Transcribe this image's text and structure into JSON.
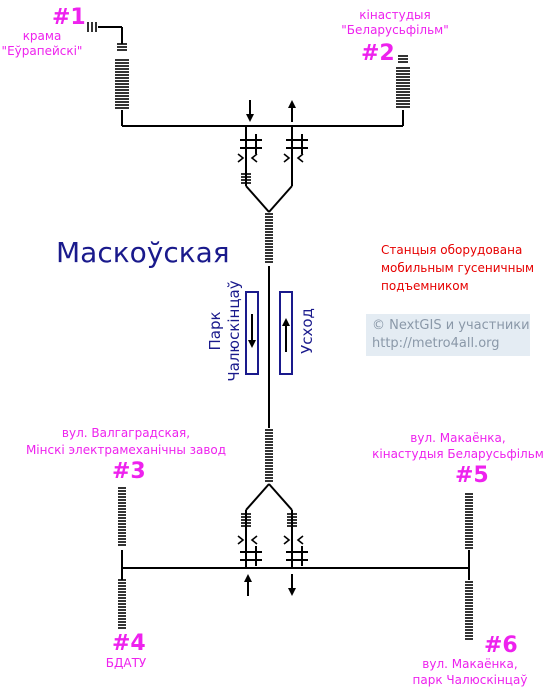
{
  "station": {
    "name": "Маскоўская"
  },
  "exits": [
    {
      "num": "#1",
      "lines": [
        "крама",
        "\"Еўрапейскі\""
      ]
    },
    {
      "num": "#2",
      "lines": [
        "кінастудыя",
        "\"Беларусьфільм\""
      ]
    },
    {
      "num": "#3",
      "lines": [
        "вул. Валгаградская,",
        "Мінскі электрамеханічны завод"
      ]
    },
    {
      "num": "#4",
      "lines": [
        "БДАТУ"
      ]
    },
    {
      "num": "#5",
      "lines": [
        "вул. Макаёнка,",
        "кінастудыя Беларусьфільм"
      ]
    },
    {
      "num": "#6",
      "lines": [
        "вул. Макаёнка,",
        "парк Чалюскінцаў"
      ]
    }
  ],
  "platforms": {
    "left": [
      "Парк",
      "Чалюскінцаў"
    ],
    "right": "Усход"
  },
  "note": {
    "lines": [
      "Станцыя оборудована",
      "мобильным гусеничным",
      "подъемником"
    ],
    "color": "#e60000"
  },
  "credit": {
    "line1": "© NextGIS и участники",
    "line2": "http://metro4all.org"
  },
  "colors": {
    "exit": "#ee22ee",
    "station": "#1a1a8c",
    "line": "#000000"
  }
}
